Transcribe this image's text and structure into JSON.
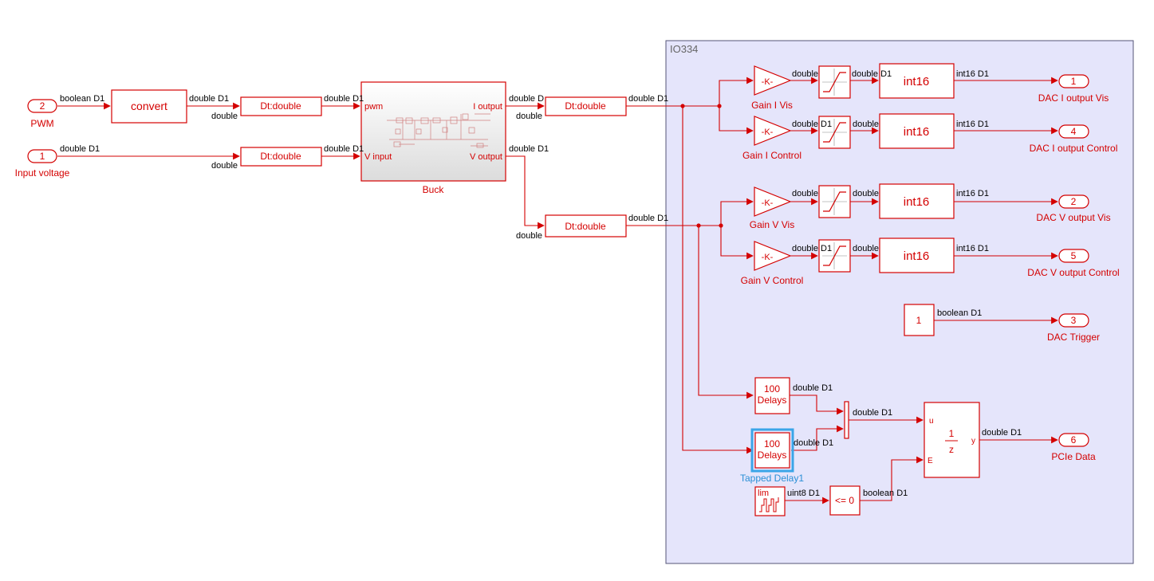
{
  "subsystem": {
    "title": "IO334"
  },
  "ports": {
    "in_pwm": {
      "num": "2",
      "label": "PWM"
    },
    "in_voltage": {
      "num": "1",
      "label": "Input voltage"
    },
    "out_dac_i_vis": {
      "num": "1",
      "label": "DAC I output Vis"
    },
    "out_dac_i_ctrl": {
      "num": "4",
      "label": "DAC I output Control"
    },
    "out_dac_v_vis": {
      "num": "2",
      "label": "DAC V output Vis"
    },
    "out_dac_v_ctrl": {
      "num": "5",
      "label": "DAC V output Control"
    },
    "out_dac_trigger": {
      "num": "3",
      "label": "DAC Trigger"
    },
    "out_pcie": {
      "num": "6",
      "label": "PCIe Data"
    }
  },
  "blocks": {
    "convert": "convert",
    "dt": "Dt:double",
    "buck": {
      "name": "Buck",
      "port_pwm": "pwm",
      "port_vin": "V input",
      "port_iout": "I output",
      "port_vout": "V output"
    },
    "gain": "-K-",
    "gain_i_vis": "Gain I Vis",
    "gain_i_ctrl": "Gain I Control",
    "gain_v_vis": "Gain V Vis",
    "gain_v_ctrl": "Gain V Control",
    "int16": "int16",
    "const1": "1",
    "delay_value": "100",
    "delay_label": "Delays",
    "tapped_delay1": "Tapped Delay1",
    "lim": "lim",
    "compare": "<= 0",
    "unit_delay": {
      "num": "1",
      "den": "z",
      "port_u": "u",
      "port_e": "E",
      "port_y": "y"
    }
  },
  "signals": {
    "boolean_d1": "boolean D1",
    "double_d1": "double D1",
    "double": "double",
    "double_d": "double D",
    "int16_d1": "int16 D1",
    "uint8_d1": "uint8 D1",
    "d1": "D1"
  }
}
